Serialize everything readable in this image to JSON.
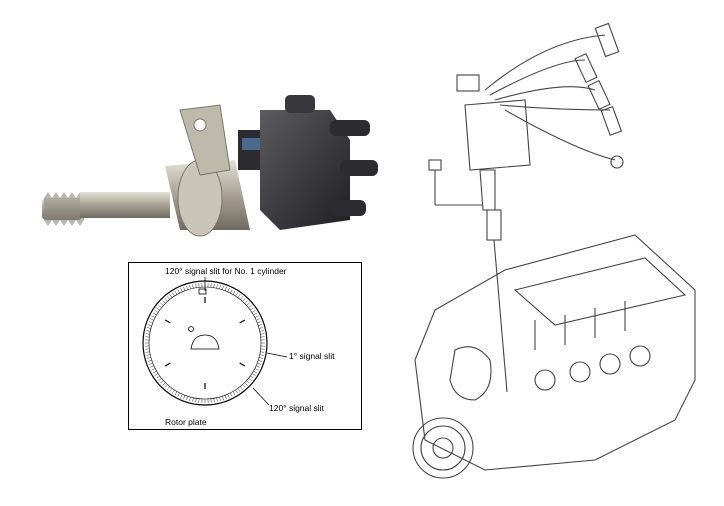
{
  "rotor_plate": {
    "label_top": "120° signal slit for No. 1 cylinder",
    "label_1deg": "1° signal slit",
    "label_120": "120° signal slit",
    "caption": "Rotor plate"
  },
  "colors": {
    "metal": "#b8b4a6",
    "cap": "#3a3a3c",
    "line": "#444444"
  }
}
